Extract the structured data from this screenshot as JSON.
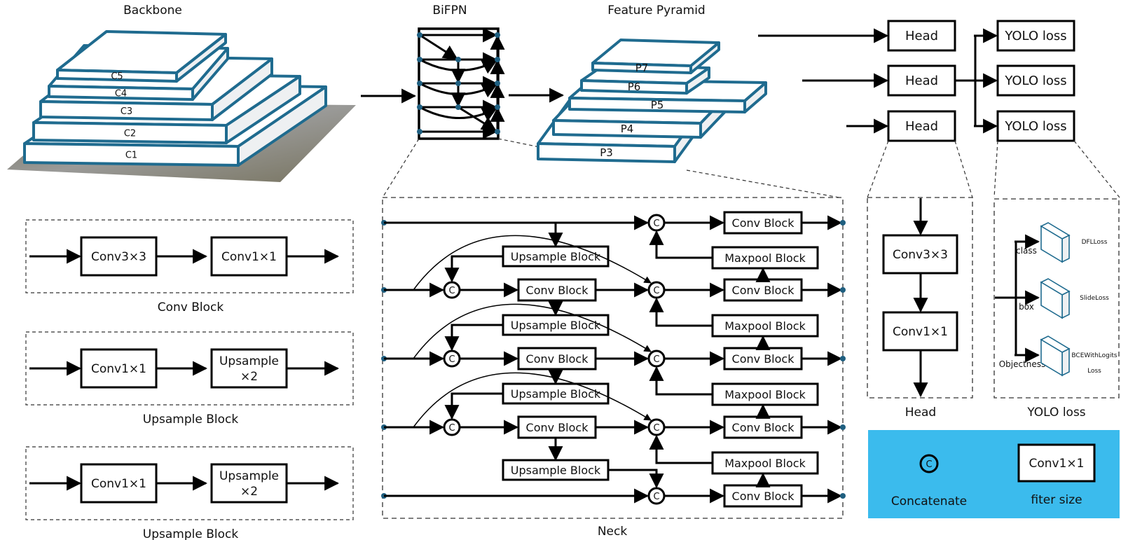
{
  "colors": {
    "layer_stroke": "#1f6b8f",
    "node_dot": "#1f5f80",
    "legend_bg": "#3bbbed",
    "ground": "#8a8678"
  },
  "titles": {
    "backbone": "Backbone",
    "bifpn": "BiFPN",
    "feature_pyramid": "Feature Pyramid",
    "neck": "Neck",
    "head": "Head",
    "yolo_loss": "YOLO loss"
  },
  "backbone_layers": [
    "C1",
    "C2",
    "C3",
    "C4",
    "C5"
  ],
  "pyramid_layers": [
    "P3",
    "P4",
    "P5",
    "P6",
    "P7"
  ],
  "heads": [
    "Head",
    "Head",
    "Head"
  ],
  "losses": [
    "YOLO loss",
    "YOLO loss",
    "YOLO loss"
  ],
  "blocks": [
    {
      "caption": "Conv Block",
      "first": "Conv3×3",
      "second": [
        "Conv1×1"
      ]
    },
    {
      "caption": "Upsample Block",
      "first": "Conv1×1",
      "second": [
        "Upsample",
        "×2"
      ]
    },
    {
      "caption": "Upsample Block",
      "first": "Conv1×1",
      "second": [
        "Upsample",
        "×2"
      ]
    }
  ],
  "neck": {
    "concat": "C",
    "conv_block": "Conv Block",
    "upsample_block": "Upsample Block",
    "maxpool_block": "Maxpool Block"
  },
  "head_detail": [
    "Conv3×3",
    "Conv1×1"
  ],
  "loss_detail": {
    "branches": [
      "class",
      "box",
      "Objectness"
    ],
    "losses": [
      [
        "DFLLoss"
      ],
      [
        "SlideLoss"
      ],
      [
        "BCEWithLogits",
        "Loss"
      ]
    ]
  },
  "legend": {
    "concat_symbol": "C",
    "concat_label": "Concatenate",
    "filter_box": "Conv1×1",
    "filter_label": "fiter size"
  }
}
